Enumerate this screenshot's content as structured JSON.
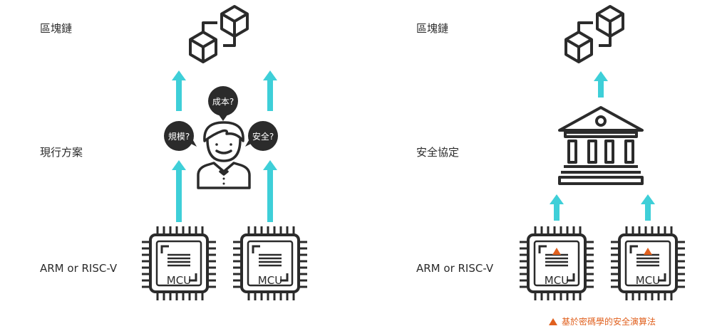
{
  "left_panel": {
    "rows": {
      "blockchain": "區塊鏈",
      "current_solution": "現行方案",
      "hardware": "ARM or RISC-V"
    },
    "bubbles": {
      "cost": "成本?",
      "scale": "規模?",
      "security": "安全?"
    },
    "chip_labels": [
      "MCU",
      "MCU"
    ]
  },
  "right_panel": {
    "rows": {
      "blockchain": "區塊鏈",
      "security_protocol": "安全協定",
      "hardware": "ARM or RISC-V"
    },
    "chip_labels": [
      "MCU",
      "MCU"
    ],
    "note": "基於密碼學的安全演算法"
  },
  "colors": {
    "arrow": "#3ecfd8",
    "outline": "#2b2b2b",
    "bubble": "#2b2b2b",
    "accent": "#e0601e"
  },
  "icons": {
    "blockchain": "blockchain-cubes-icon",
    "person": "person-icon",
    "bank": "bank-building-icon",
    "chip": "microchip-icon",
    "arrow": "up-arrow-icon",
    "note_marker": "triangle-up-icon"
  }
}
